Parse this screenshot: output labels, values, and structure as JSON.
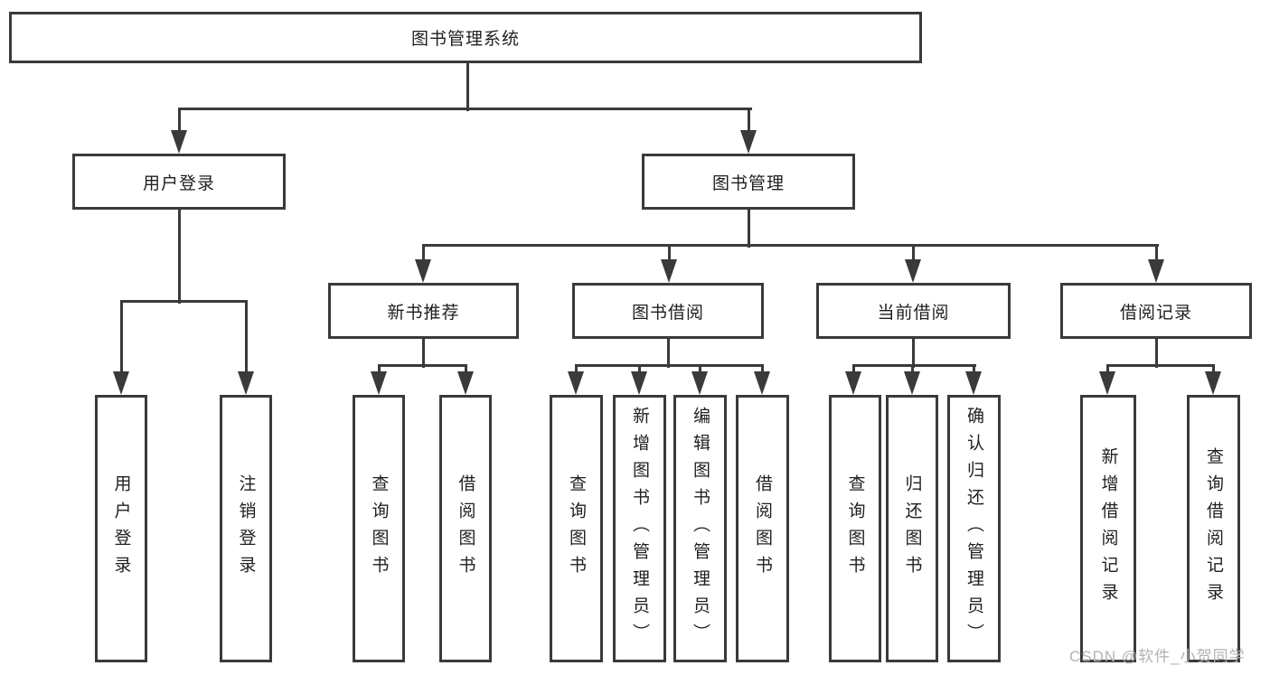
{
  "nodes": {
    "root": "图书管理系统",
    "user_login": "用户登录",
    "book_mgmt": "图书管理",
    "new_books": "新书推荐",
    "book_borrow": "图书借阅",
    "current_borrow": "当前借阅",
    "borrow_records": "借阅记录",
    "leaf_user_login": "用户登录",
    "leaf_logout": "注销登录",
    "leaf_nb_query": "查询图书",
    "leaf_nb_borrow": "借阅图书",
    "leaf_bb_query": "查询图书",
    "leaf_bb_add": "新增图书（管理员）",
    "leaf_bb_edit": "编辑图书（管理员）",
    "leaf_bb_borrow": "借阅图书",
    "leaf_cb_query": "查询图书",
    "leaf_cb_return": "归还图书",
    "leaf_cb_confirm": "确认归还（管理员）",
    "leaf_br_add": "新增借阅记录",
    "leaf_br_query": "查询借阅记录"
  },
  "colors": {
    "line": "#3a3a3a",
    "text": "#1f1f1f",
    "watermark": "#b3b3b3",
    "background": "#ffffff"
  },
  "watermark": "CSDN @软件_小贺同学"
}
